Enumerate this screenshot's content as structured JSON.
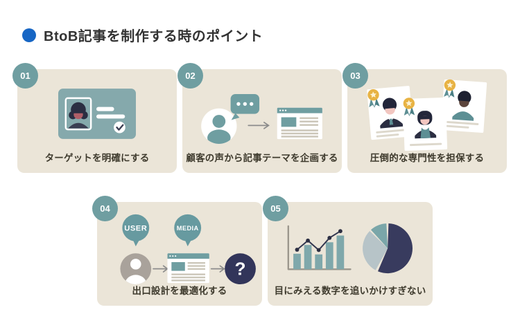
{
  "title": {
    "text": "BtoB記事を制作する時のポイント"
  },
  "cards": [
    {
      "number": "01",
      "caption": "ターゲットを明確にする"
    },
    {
      "number": "02",
      "caption": "顧客の声から記事テーマを企画する"
    },
    {
      "number": "03",
      "caption": "圧倒的な専門性を担保する"
    },
    {
      "number": "04",
      "caption": "出口設計を最適化する",
      "labels": {
        "user": "USER",
        "media": "MEDIA",
        "question": "?"
      }
    },
    {
      "number": "05",
      "caption": "目にみえる数字を追いかけすぎない"
    }
  ],
  "colors": {
    "accent_blue": "#1766c4",
    "card_background": "#ebe5d8",
    "badge_teal": "#6f9ea1",
    "illustration_teal": "#85a9ac",
    "dark_navy": "#32355a",
    "skin_rose": "#b05f68",
    "skin_light": "#f2c6c0",
    "skin_dark": "#5c453c",
    "gold": "#e8b344",
    "pie_light": "#b7c4c8",
    "gray_avatar": "#a9a29b"
  }
}
